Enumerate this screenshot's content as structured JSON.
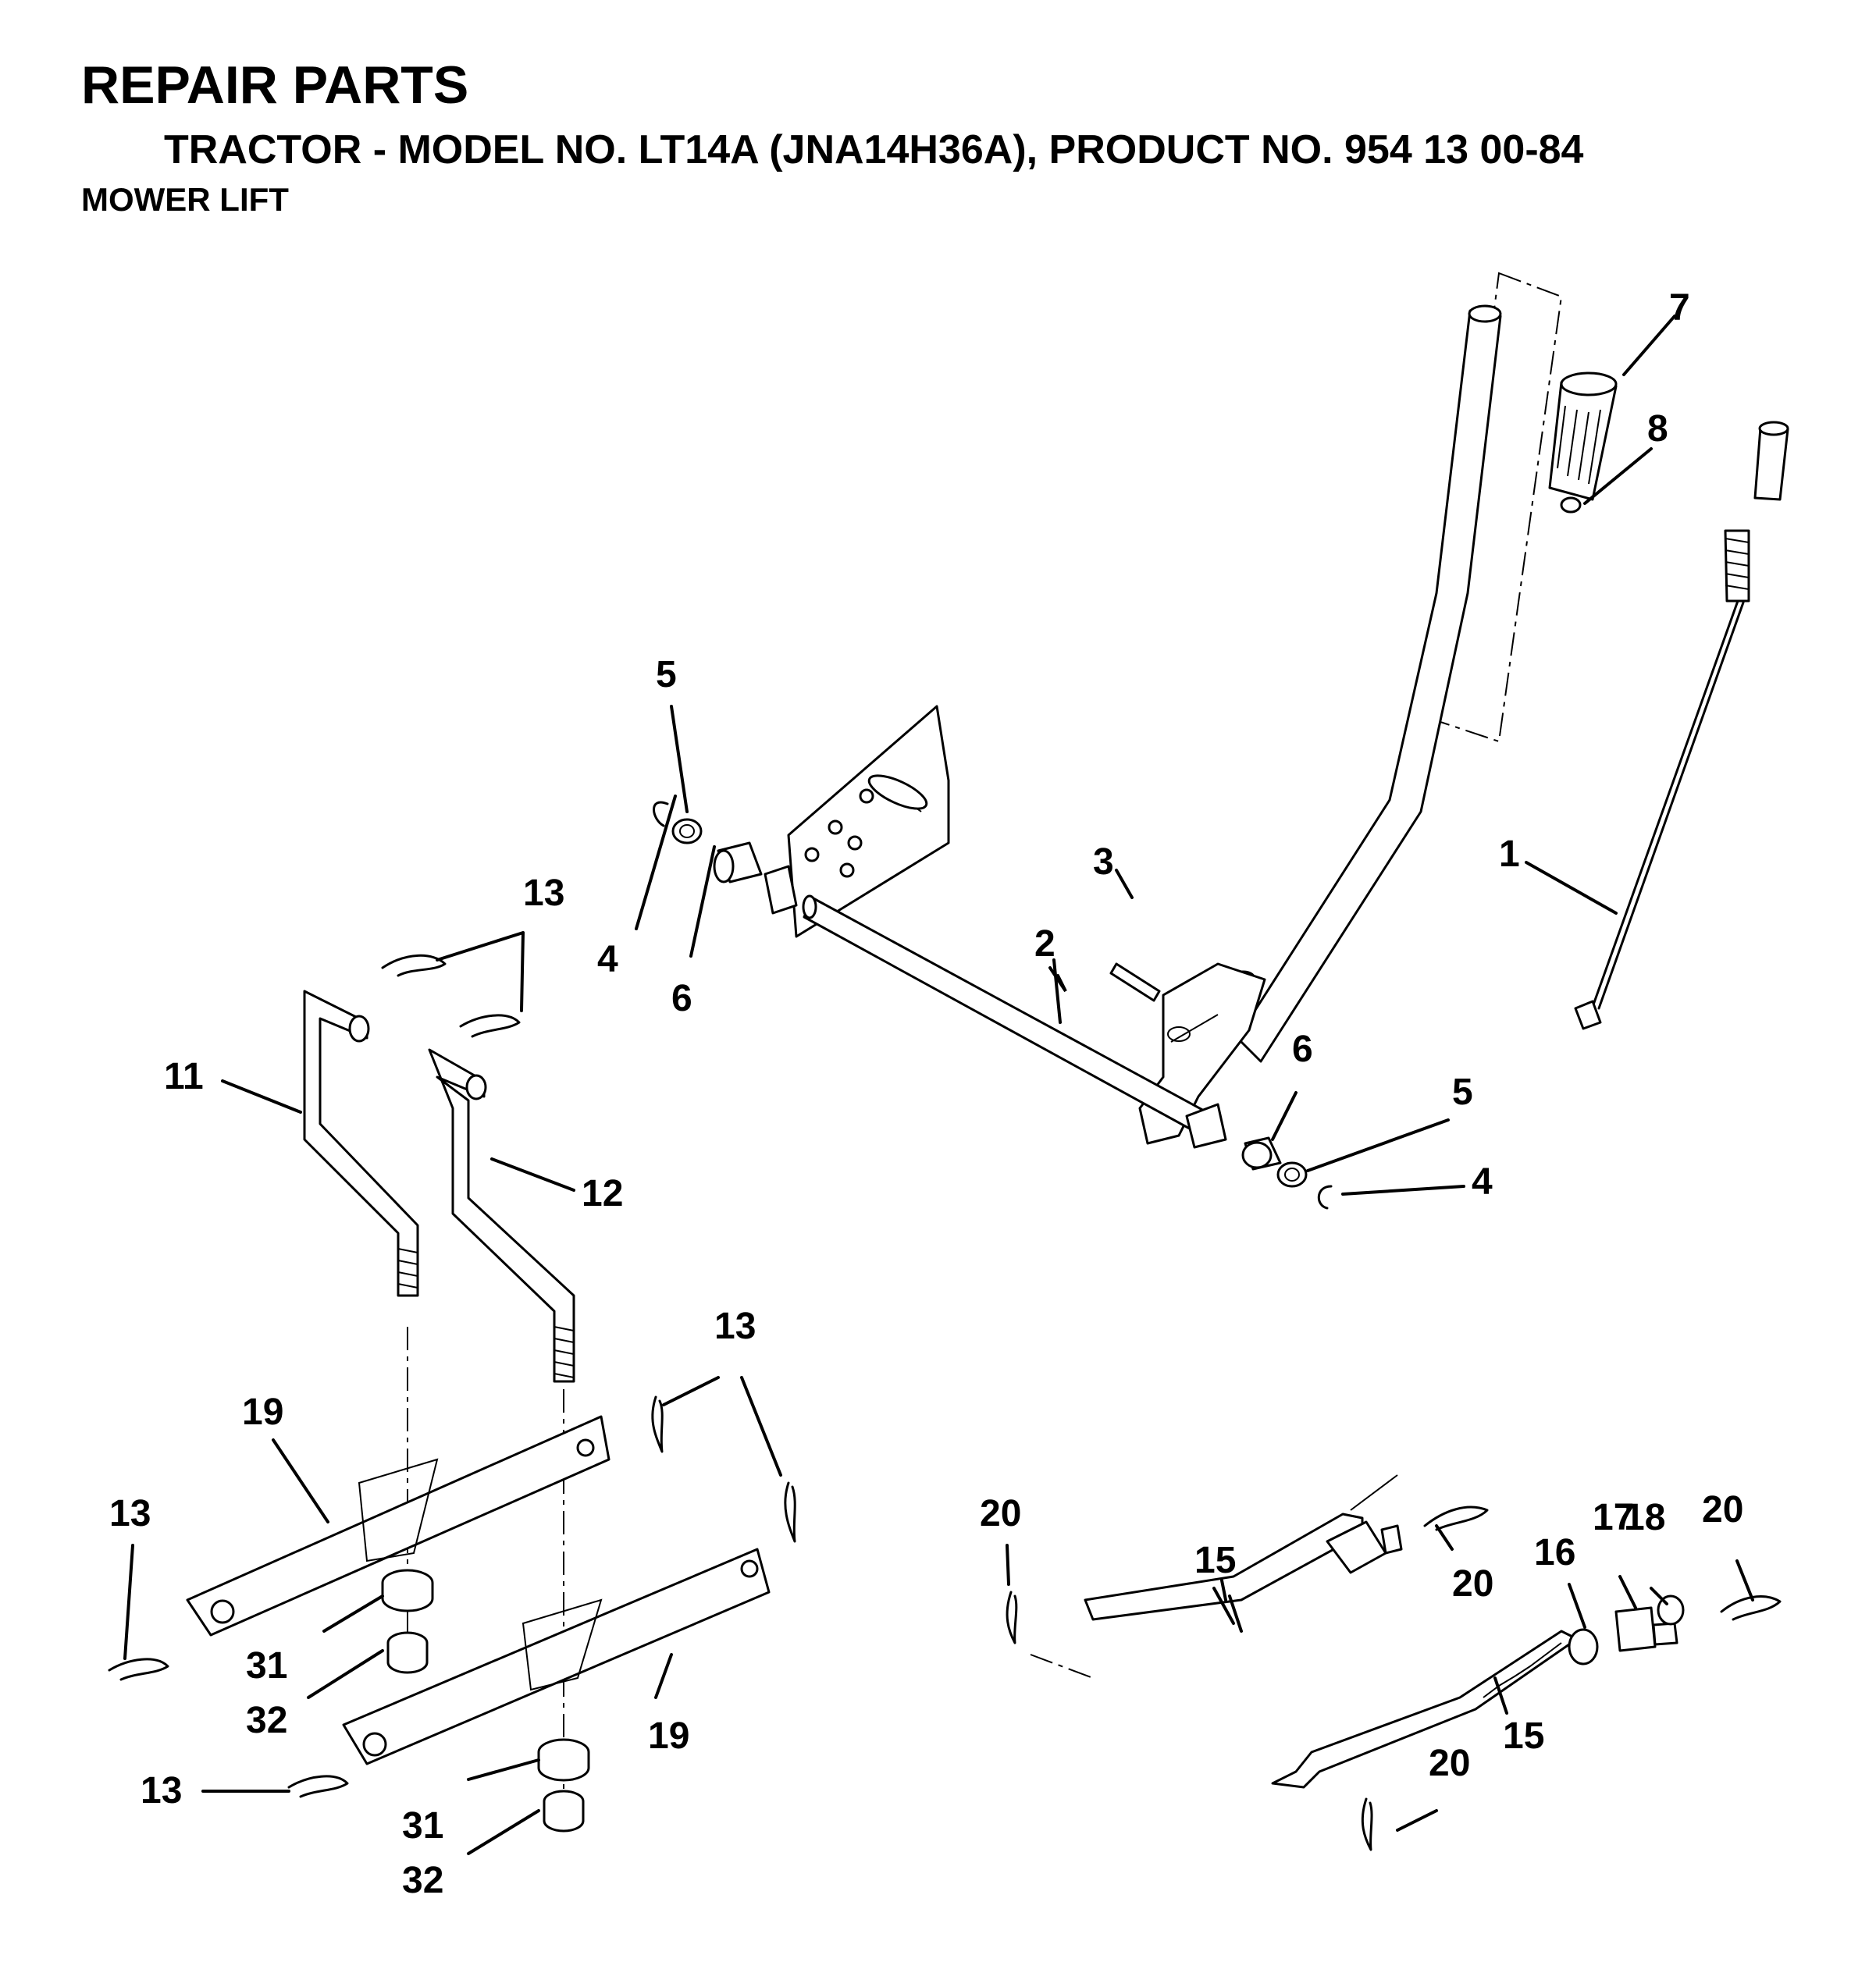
{
  "header": {
    "title": "REPAIR PARTS",
    "subtitle": "TRACTOR - MODEL NO. LT14A (JNA14H36A), PRODUCT NO. 954 13 00-84",
    "section": "MOWER LIFT"
  },
  "callouts": {
    "c1": "1",
    "c2": "2",
    "c3": "3",
    "c4a": "4",
    "c4b": "4",
    "c5a": "5",
    "c5b": "5",
    "c6a": "6",
    "c6b": "6",
    "c7": "7",
    "c8": "8",
    "c11": "11",
    "c12": "12",
    "c13a": "13",
    "c13b": "13",
    "c13c": "13",
    "c13d": "13",
    "c15a": "15",
    "c15b": "15",
    "c16": "16",
    "c17": "17",
    "c18": "18",
    "c19a": "19",
    "c19b": "19",
    "c20a": "20",
    "c20b": "20",
    "c20c": "20",
    "c20d": "20",
    "c31a": "31",
    "c31b": "31",
    "c32a": "32",
    "c32b": "32"
  }
}
